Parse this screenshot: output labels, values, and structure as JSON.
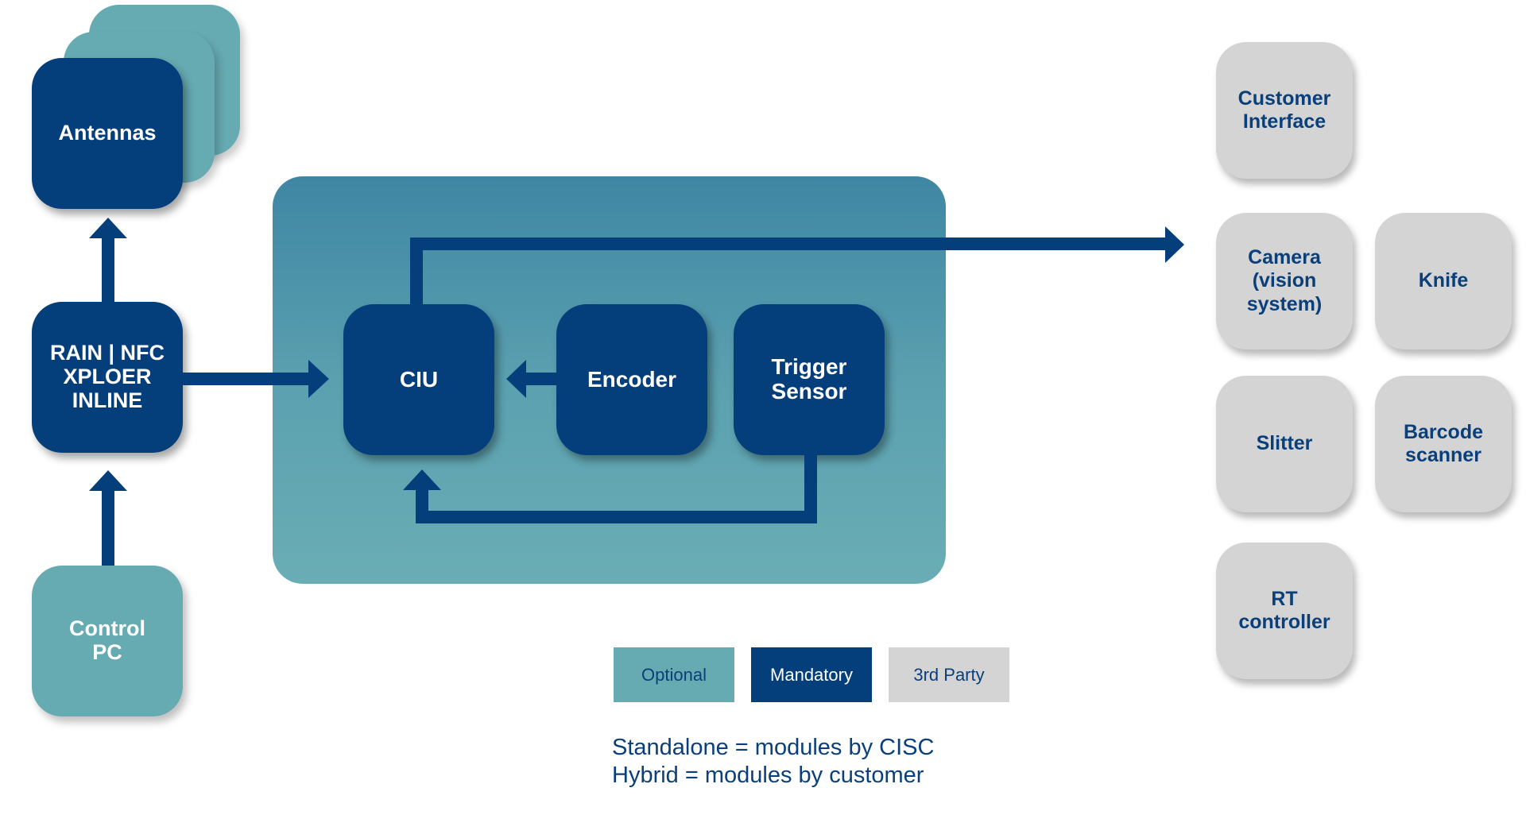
{
  "colors": {
    "mandatory": "#043f7b",
    "optional": "#66aab2",
    "third_party": "#d4d4d4",
    "text_dark_blue": "#0a3f7a"
  },
  "nodes": {
    "antennas": "Antennas",
    "reader": "RAIN | NFC\nXPLOER\nINLINE",
    "control_pc": "Control\nPC",
    "ciu": "CIU",
    "encoder": "Encoder",
    "trigger_sensor": "Trigger\nSensor"
  },
  "third_party_modules": {
    "customer_interface": "Customer\nInterface",
    "camera": "Camera\n(vision\nsystem)",
    "knife": "Knife",
    "slitter": "Slitter",
    "barcode_scanner": "Barcode\nscanner",
    "rt_controller": "RT\ncontroller"
  },
  "legend": {
    "optional": "Optional",
    "mandatory": "Mandatory",
    "third_party": "3rd Party"
  },
  "notes": {
    "standalone": "Standalone = modules by CISC",
    "hybrid": "Hybrid = modules by customer"
  }
}
